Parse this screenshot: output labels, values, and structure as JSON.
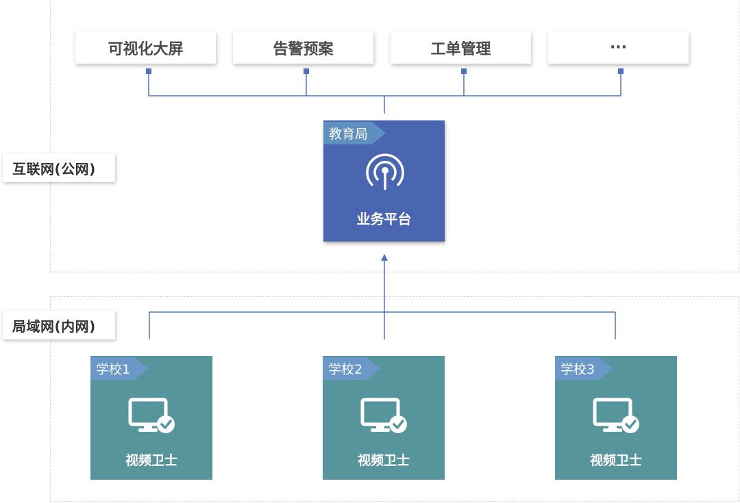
{
  "zones": {
    "internet_label": "互联网(公网)",
    "lan_label": "局域网(内网)"
  },
  "modules": [
    {
      "label": "可视化大屏"
    },
    {
      "label": "告警预案"
    },
    {
      "label": "工单管理"
    },
    {
      "label": "···"
    }
  ],
  "platform": {
    "tag": "教育局",
    "label": "业务平台",
    "icon": "signal-broadcast-icon"
  },
  "schools": [
    {
      "tag": "学校1",
      "label": "视频卫士",
      "icon": "monitor-check-icon"
    },
    {
      "tag": "学校2",
      "label": "视频卫士",
      "icon": "monitor-check-icon"
    },
    {
      "tag": "学校3",
      "label": "视频卫士",
      "icon": "monitor-check-icon"
    }
  ],
  "colors": {
    "platform": "#4a66b0",
    "school": "#55959b",
    "connector": "#4f73c0",
    "tag_blue": "#6a98c9"
  }
}
